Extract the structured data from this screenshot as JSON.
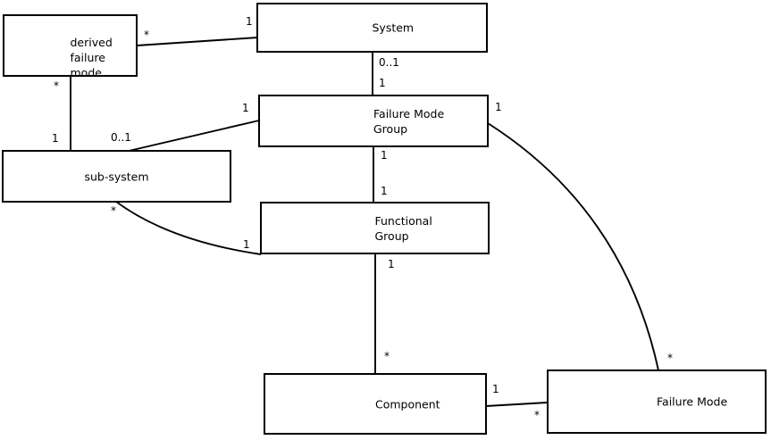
{
  "colors": {
    "stroke": "#000000",
    "background": "#ffffff"
  },
  "entities": {
    "derived_failure_mode": {
      "label": "derived\nfailure\nmode"
    },
    "system": {
      "label": "System"
    },
    "failure_mode_group": {
      "label": "Failure Mode\nGroup"
    },
    "sub_system": {
      "label": "sub-system"
    },
    "functional_group": {
      "label": "Functional\nGroup"
    },
    "component": {
      "label": "Component"
    },
    "failure_mode": {
      "label": "Failure Mode"
    }
  },
  "relations": {
    "system_derived_failure_mode": {
      "system_end": "1",
      "derived_end": "*"
    },
    "sub_system_derived_failure_mode": {
      "sub_system_end": "1",
      "derived_end": "*"
    },
    "sub_system_failure_mode_group": {
      "sub_system_end": "0..1",
      "group_end": "1"
    },
    "system_failure_mode_group": {
      "system_end": "0..1",
      "group_end": "1"
    },
    "failure_mode_group_functional_group": {
      "group_end": "1",
      "functional_end": "1"
    },
    "functional_group_component": {
      "functional_end": "1",
      "component_end": "*"
    },
    "component_failure_mode": {
      "component_end": "1",
      "failure_mode_end": "*"
    },
    "failure_mode_group_failure_mode": {
      "group_end": "1",
      "failure_mode_end": "*"
    },
    "sub_system_functional_group": {
      "sub_system_end": "*",
      "functional_end": "1"
    }
  }
}
